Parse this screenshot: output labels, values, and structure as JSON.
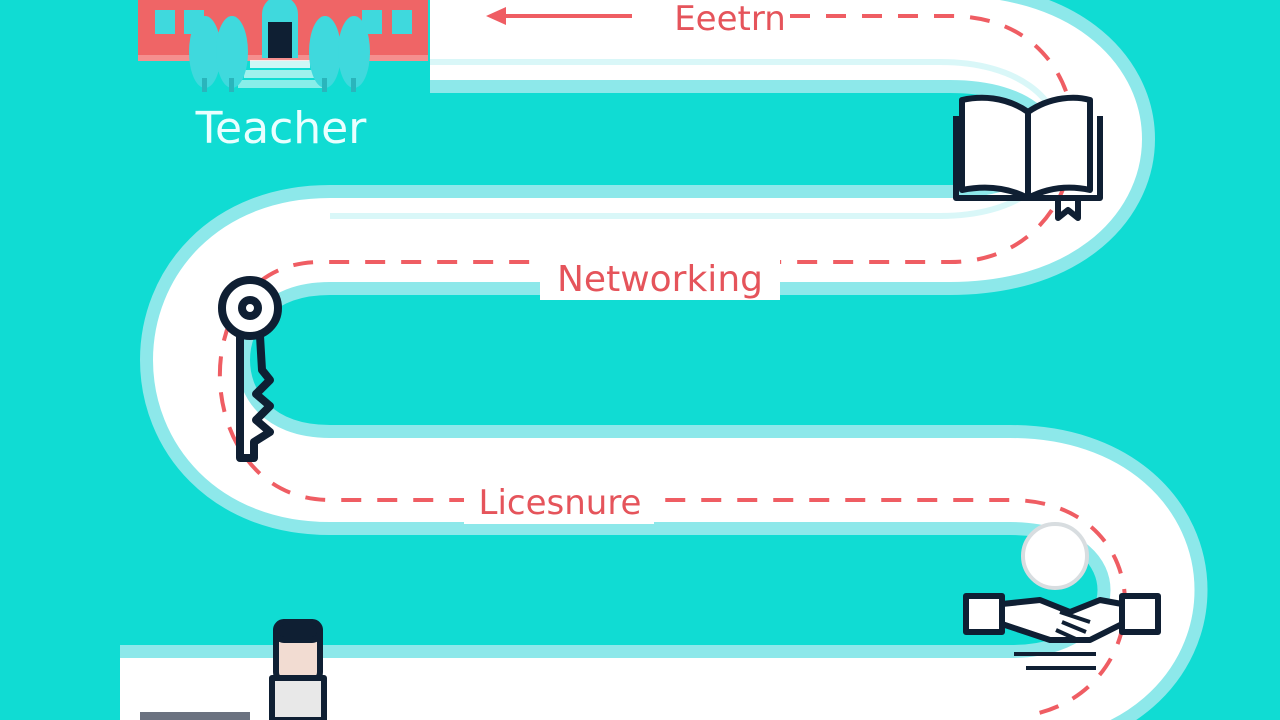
{
  "colors": {
    "background": "#10dcd3",
    "road": "#ffffff",
    "road_edge": "#8de8ea",
    "dash": "#ef5d63",
    "stage_text": "#e5545b",
    "teacher_text": "#e9ffff",
    "icon_stroke": "#0f1f33",
    "building": "#ef6566",
    "tree": "#3fd9dd"
  },
  "labels": {
    "teacher": "Teacher",
    "education": "Eeetrn",
    "networking": "Networking",
    "licensure": "Licesnure"
  },
  "icons": [
    "school-building-icon",
    "open-book-icon",
    "key-icon",
    "handshake-icon",
    "person-figure-icon"
  ]
}
